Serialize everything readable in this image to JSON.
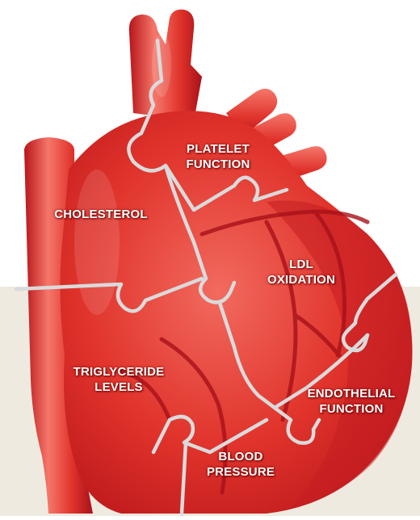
{
  "colors": {
    "background_top": "#ffffff",
    "background_bottom": "#efeae0",
    "heart_light": "#f26a5e",
    "heart_main": "#e0332b",
    "heart_dark": "#b8151a",
    "vessel": "#c9141b",
    "seams": "#d9dadb",
    "label_text": "#ffffff"
  },
  "labels": {
    "platelet_function": "PLATELET\nFUNCTION",
    "cholesterol": "CHOLESTEROL",
    "ldl_oxidation": "LDL\nOXIDATION",
    "triglyceride_levels": "TRIGLYCERIDE\nLEVELS",
    "endothelial_function": "ENDOTHELIAL\nFUNCTION",
    "blood_pressure": "BLOOD\nPRESSURE"
  }
}
